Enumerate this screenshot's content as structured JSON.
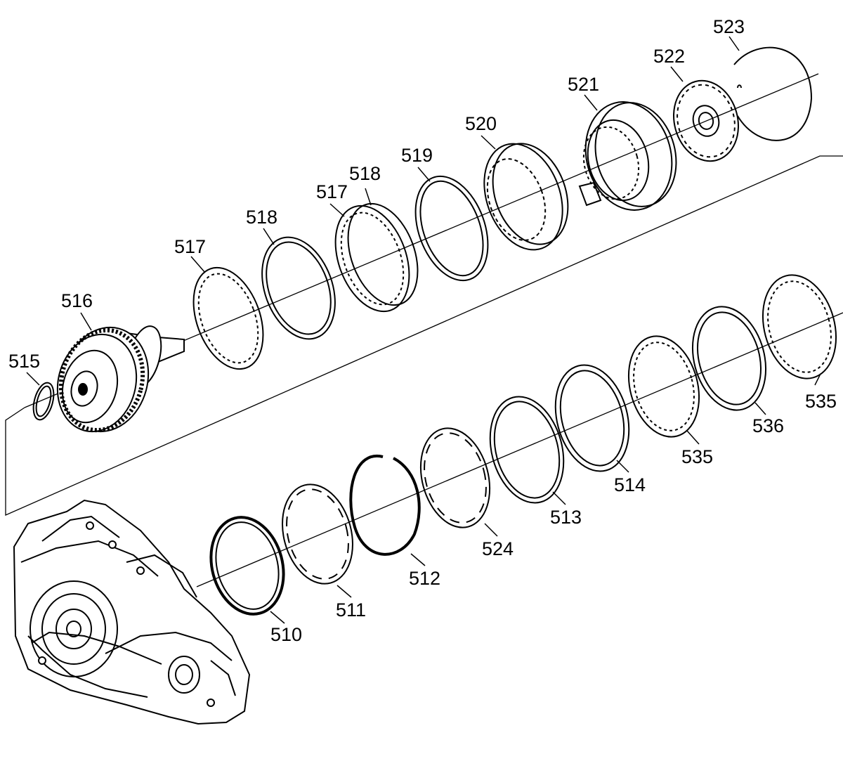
{
  "diagram": {
    "callouts": [
      {
        "id": "515",
        "label": "515"
      },
      {
        "id": "516",
        "label": "516"
      },
      {
        "id": "517a",
        "label": "517"
      },
      {
        "id": "518a",
        "label": "518"
      },
      {
        "id": "517b",
        "label": "517"
      },
      {
        "id": "518b",
        "label": "518"
      },
      {
        "id": "519",
        "label": "519"
      },
      {
        "id": "520",
        "label": "520"
      },
      {
        "id": "521",
        "label": "521"
      },
      {
        "id": "522",
        "label": "522"
      },
      {
        "id": "523",
        "label": "523"
      },
      {
        "id": "535a",
        "label": "535"
      },
      {
        "id": "536",
        "label": "536"
      },
      {
        "id": "535b",
        "label": "535"
      },
      {
        "id": "514",
        "label": "514"
      },
      {
        "id": "513",
        "label": "513"
      },
      {
        "id": "524",
        "label": "524"
      },
      {
        "id": "512",
        "label": "512"
      },
      {
        "id": "511",
        "label": "511"
      },
      {
        "id": "510",
        "label": "510"
      }
    ]
  }
}
